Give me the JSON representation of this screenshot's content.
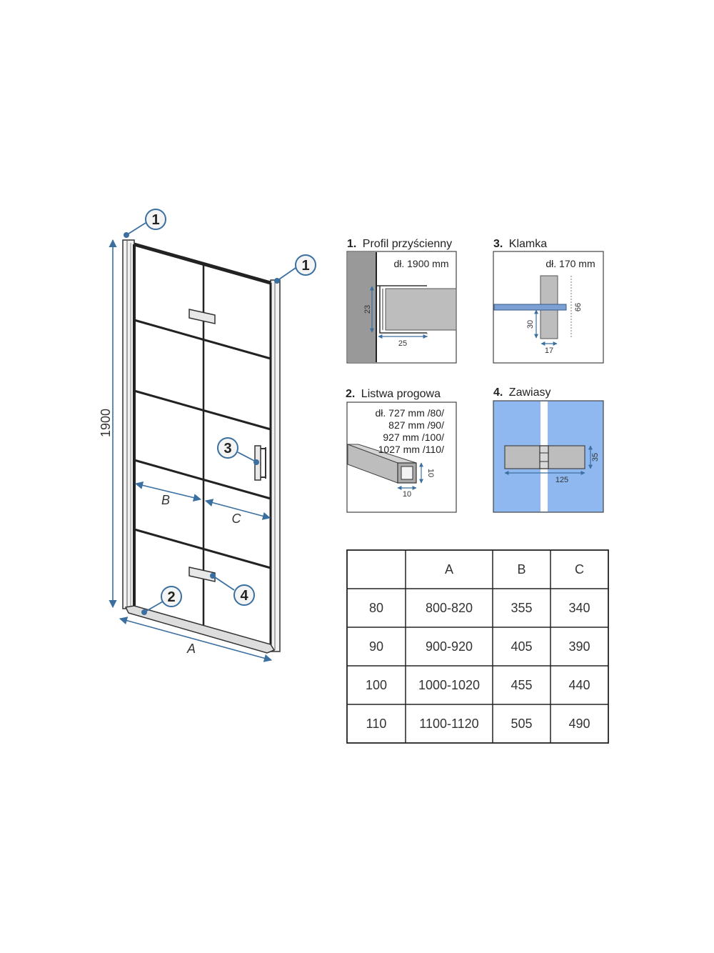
{
  "main": {
    "height_label": "1900",
    "dim_a": "A",
    "dim_b": "B",
    "dim_c": "C",
    "callouts": [
      "1",
      "1",
      "2",
      "3",
      "4"
    ]
  },
  "panels": {
    "profile": {
      "number": "1.",
      "title": "Profil przyścienny",
      "length": "dł. 1900 mm",
      "height": "23",
      "width": "25"
    },
    "handle": {
      "number": "3.",
      "title": "Klamka",
      "length": "dł. 170 mm",
      "height": "30",
      "width": "17",
      "total": "66"
    },
    "threshold": {
      "number": "2.",
      "title": "Listwa progowa",
      "lines": [
        "dł. 727 mm /80/",
        "827 mm /90/",
        "927 mm /100/",
        "1027 mm /110/"
      ],
      "height": "10",
      "width": "10"
    },
    "hinges": {
      "number": "4.",
      "title": "Zawiasy",
      "height": "35",
      "width": "125"
    }
  },
  "table": {
    "headers": [
      "",
      "A",
      "B",
      "C"
    ],
    "rows": [
      [
        "80",
        "800-820",
        "355",
        "340"
      ],
      [
        "90",
        "900-920",
        "405",
        "390"
      ],
      [
        "100",
        "1000-1020",
        "455",
        "440"
      ],
      [
        "110",
        "1100-1120",
        "505",
        "490"
      ]
    ]
  }
}
